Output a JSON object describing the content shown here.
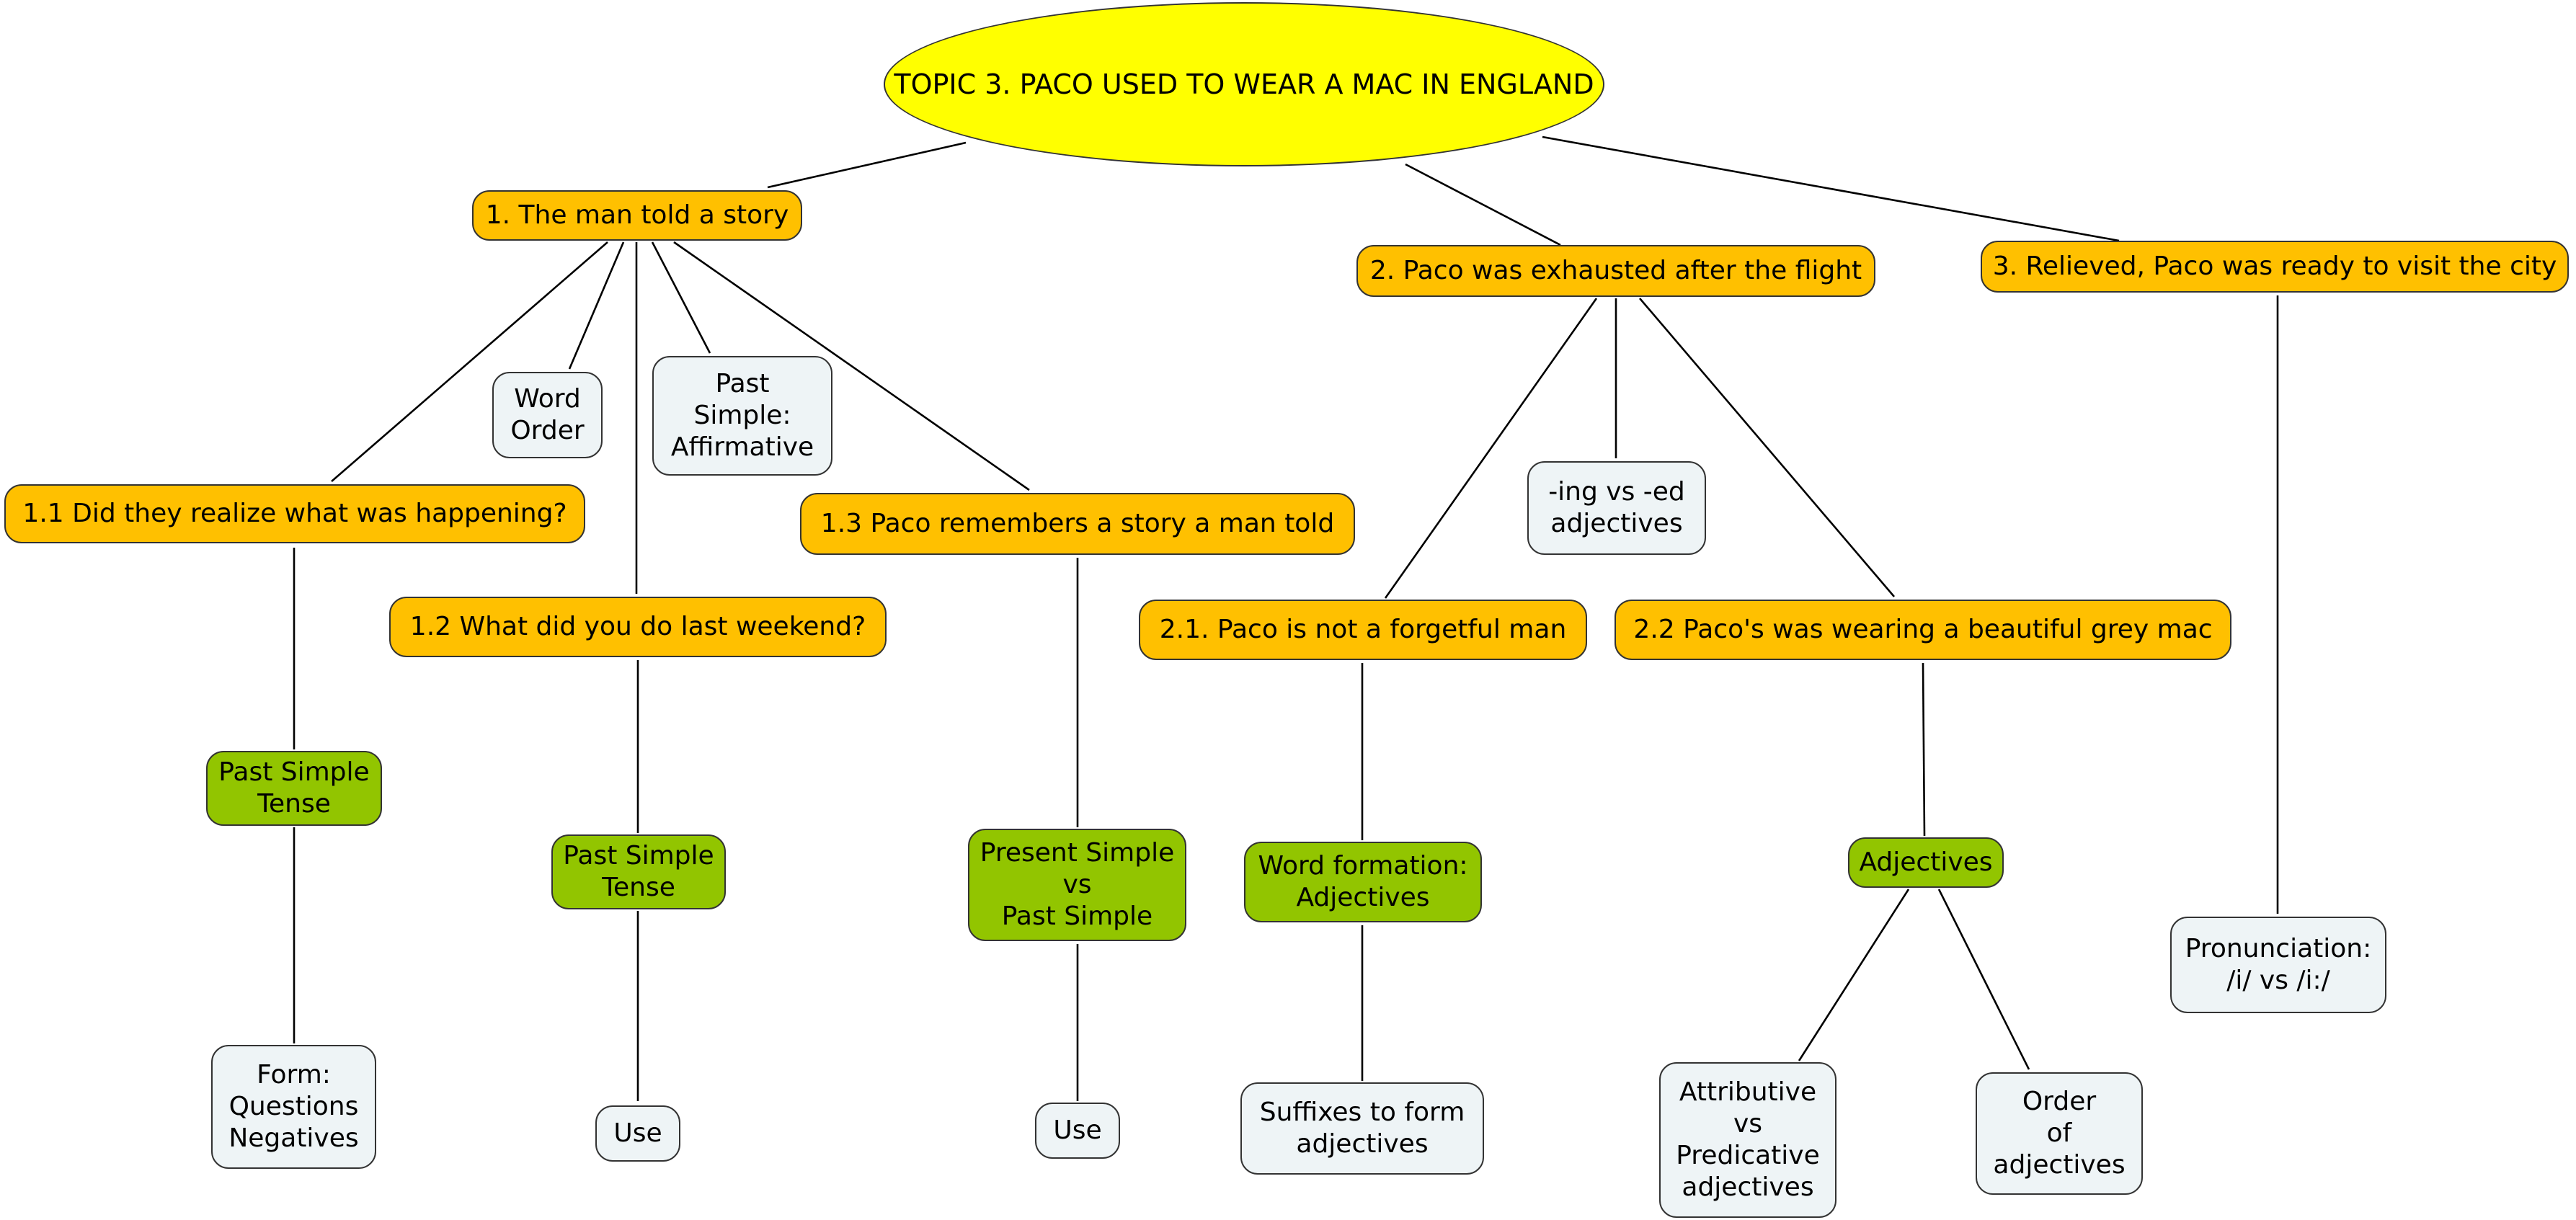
{
  "colors": {
    "root": "#ffff00",
    "topic": "#ffc000",
    "grammar": "#92c500",
    "detail": "#eef4f6",
    "line": "#000000"
  },
  "map": {
    "root": "TOPIC 3. PACO USED TO WEAR A MAC IN ENGLAND",
    "topic1": "1. The man told a story",
    "word_order": "Word\nOrder",
    "past_simple_affirmative": "Past\nSimple:\nAffirmative",
    "topic1_1": "1.1 Did they realize what was happening?",
    "topic1_2": "1.2 What did you do last weekend?",
    "topic1_3": "1.3 Paco remembers a story a man told",
    "past_simple_tense_a": "Past Simple\nTense",
    "past_simple_tense_b": "Past Simple\nTense",
    "present_vs_past": "Present Simple\nvs\nPast Simple",
    "form_questions_negatives": "Form:\nQuestions\nNegatives",
    "use_a": "Use",
    "use_b": "Use",
    "topic2": "2. Paco was exhausted after the flight",
    "ing_vs_ed": "-ing vs -ed\nadjectives",
    "topic2_1": "2.1. Paco is not a forgetful man",
    "topic2_2": "2.2 Paco's was wearing a beautiful grey mac",
    "word_formation": "Word formation:\nAdjectives",
    "suffixes": "Suffixes to form\nadjectives",
    "adjectives": "Adjectives",
    "attributive_predicative": "Attributive\nvs\nPredicative\nadjectives",
    "order_of_adjectives": "Order\nof\nadjectives",
    "topic3": "3. Relieved, Paco was ready to visit the city",
    "pronunciation": "Pronunciation:\n/i/ vs /i:/"
  }
}
